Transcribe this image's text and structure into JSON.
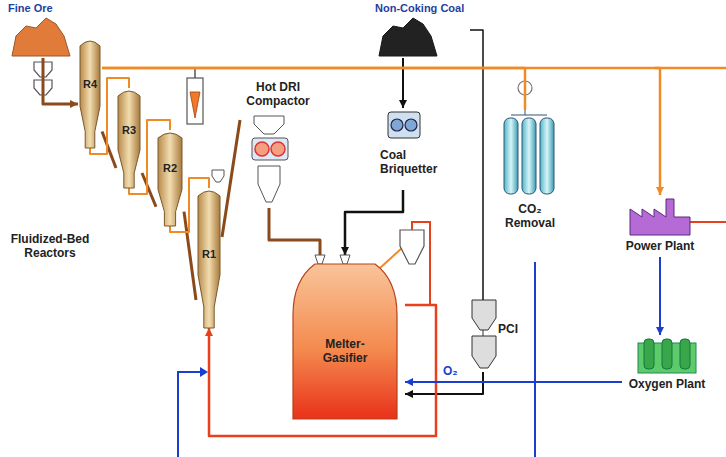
{
  "diagram": {
    "nodes": [
      {
        "text": [
          "Fine Ore"
        ]
      },
      {
        "text": [
          "Non-Coking Coal"
        ]
      },
      {
        "text": [
          "R4"
        ]
      },
      {
        "text": [
          "R3"
        ]
      },
      {
        "text": [
          "R2"
        ]
      },
      {
        "text": [
          "R1"
        ]
      },
      {
        "text": [
          "Hot DRI Compactor"
        ]
      },
      {
        "text": [
          "Coal Briquetter"
        ]
      },
      {
        "text": [
          "Melter-Gasifier"
        ]
      },
      {
        "text": [
          "CO₂ Removal"
        ]
      },
      {
        "text": [
          "PCI"
        ]
      },
      {
        "text": [
          "Power Plant"
        ]
      },
      {
        "text": [
          "Oxygen Plant"
        ]
      }
    ],
    "edges": [
      {
        "from": 0,
        "to": 2,
        "arrow": "to"
      },
      {
        "from": 2,
        "to": 3,
        "arrow": "none"
      },
      {
        "from": 3,
        "to": 4,
        "arrow": "none"
      },
      {
        "from": 4,
        "to": 5,
        "arrow": "none"
      },
      {
        "from": 5,
        "to": 4,
        "arrow": "none"
      },
      {
        "from": 4,
        "to": 3,
        "arrow": "none"
      },
      {
        "from": 3,
        "to": 2,
        "arrow": "none"
      },
      {
        "from": 5,
        "to": 6,
        "arrow": "none"
      },
      {
        "from": 6,
        "to": 8,
        "arrow": "none"
      },
      {
        "from": 1,
        "to": 7,
        "arrow": "to"
      },
      {
        "from": 7,
        "to": 8,
        "arrow": "to"
      },
      {
        "from": 1,
        "to": 10,
        "arrow": "none"
      },
      {
        "from": 10,
        "to": 8,
        "arrow": "to"
      },
      {
        "from": 8,
        "to": 5,
        "arrow": "to"
      },
      {
        "from": 2,
        "to": 9,
        "arrow": "none"
      },
      {
        "from": 2,
        "to": 11,
        "arrow": "to"
      },
      {
        "from": 11,
        "to": 12,
        "arrow": "to"
      },
      {
        "from": 12,
        "to": 8,
        "label": "O₂",
        "arrow": "to"
      }
    ],
    "labels": [
      "Fluidized-Bed Reactors"
    ]
  }
}
